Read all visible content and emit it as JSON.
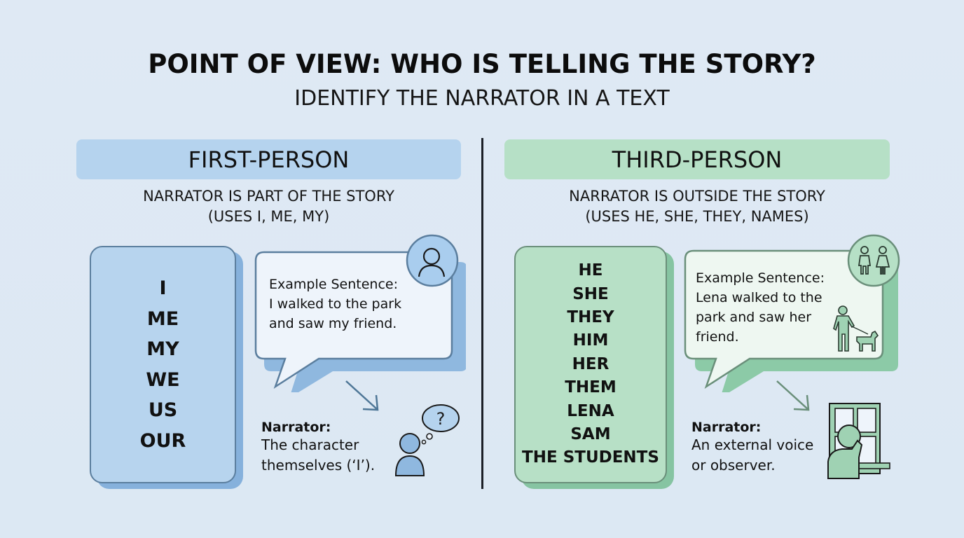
{
  "header": {
    "title": "POINT OF VIEW: WHO IS TELLING THE STORY?",
    "subtitle": "IDENTIFY THE NARRATOR IN A TEXT"
  },
  "colors": {
    "background": "#dde8f3",
    "first_person_accent": "#b5d3ee",
    "third_person_accent": "#b6e0c6",
    "first_person_border": "#5b7e9e",
    "third_person_border": "#6a8f7a",
    "divider": "#1b1f26"
  },
  "first_person": {
    "heading": "FIRST-PERSON",
    "description_line1": "NARRATOR IS PART OF THE STORY",
    "description_line2": "(USES I, ME, MY)",
    "pronouns": [
      "I",
      "ME",
      "MY",
      "WE",
      "US",
      "OUR"
    ],
    "example": {
      "label": "Example Sentence:",
      "line1": "I walked to the park",
      "line2": "and saw my friend.",
      "icon": "person-icon"
    },
    "narrator": {
      "label": "Narrator:",
      "line1": "The character",
      "line2": "themselves (‘I’).",
      "icon": "thinking-person-icon",
      "thought_symbol": "?"
    }
  },
  "third_person": {
    "heading": "THIRD-PERSON",
    "description_line1": "NARRATOR IS OUTSIDE THE STORY",
    "description_line2": "(USES HE, SHE, THEY, NAMES)",
    "pronouns": [
      "HE",
      "SHE",
      "THEY",
      "HIM",
      "HER",
      "THEM",
      "LENA",
      "SAM",
      "THE STUDENTS"
    ],
    "example": {
      "label": "Example Sentence:",
      "line1": "Lena walked to the",
      "line2": "park and saw her",
      "line3": "friend.",
      "icon": "man-and-woman-icon",
      "illustration": "person-walking-dog-icon"
    },
    "narrator": {
      "label": "Narrator:",
      "line1": "An external voice",
      "line2": "or observer.",
      "icon": "person-at-window-icon"
    }
  }
}
